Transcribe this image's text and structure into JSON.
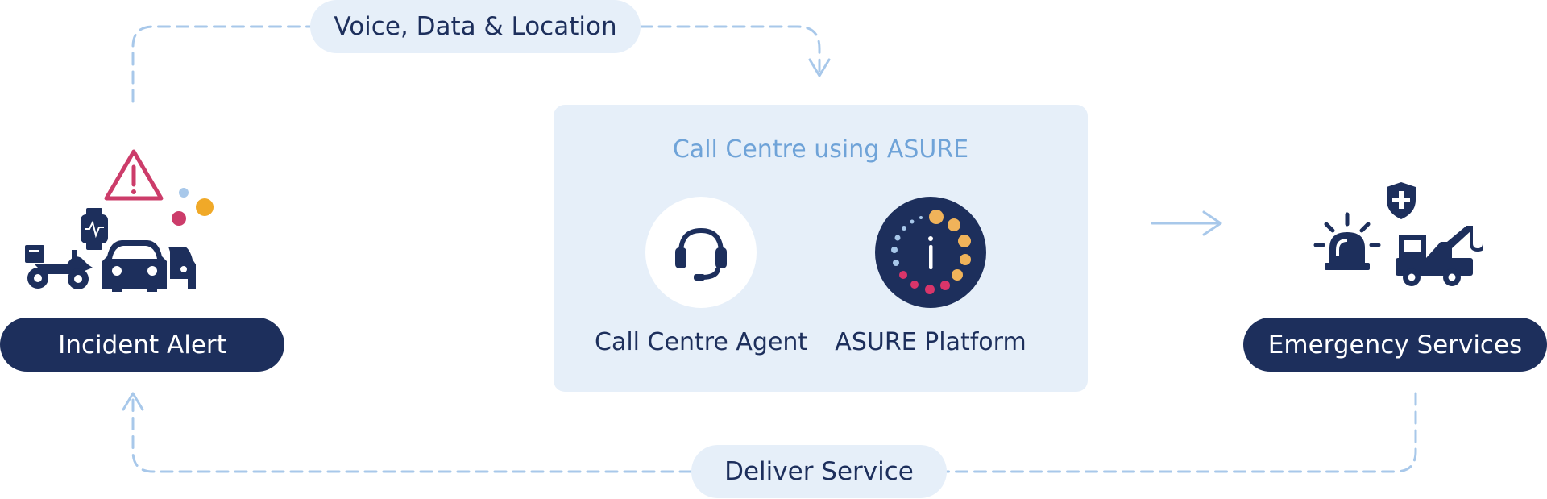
{
  "top_flow_label": "Voice, Data & Location",
  "bottom_flow_label": "Deliver Service",
  "incident": {
    "label": "Incident Alert"
  },
  "call_centre": {
    "title": "Call Centre using ASURE",
    "agent_label": "Call Centre Agent",
    "platform_label": "ASURE Platform"
  },
  "emergency": {
    "label": "Emergency Services"
  },
  "colors": {
    "navy": "#1d2f5c",
    "light_blue": "#e6eff9",
    "accent_blue": "#6fa3d8",
    "arrow_blue": "#a8c8ea",
    "alert_pink": "#cc3c6a",
    "amber": "#f0a928"
  },
  "icons": [
    "warning-icon",
    "smartwatch-icon",
    "motorcycle-icon",
    "car-icon",
    "headset-icon",
    "asure-logo-icon",
    "siren-icon",
    "medical-shield-icon",
    "tow-truck-icon"
  ]
}
